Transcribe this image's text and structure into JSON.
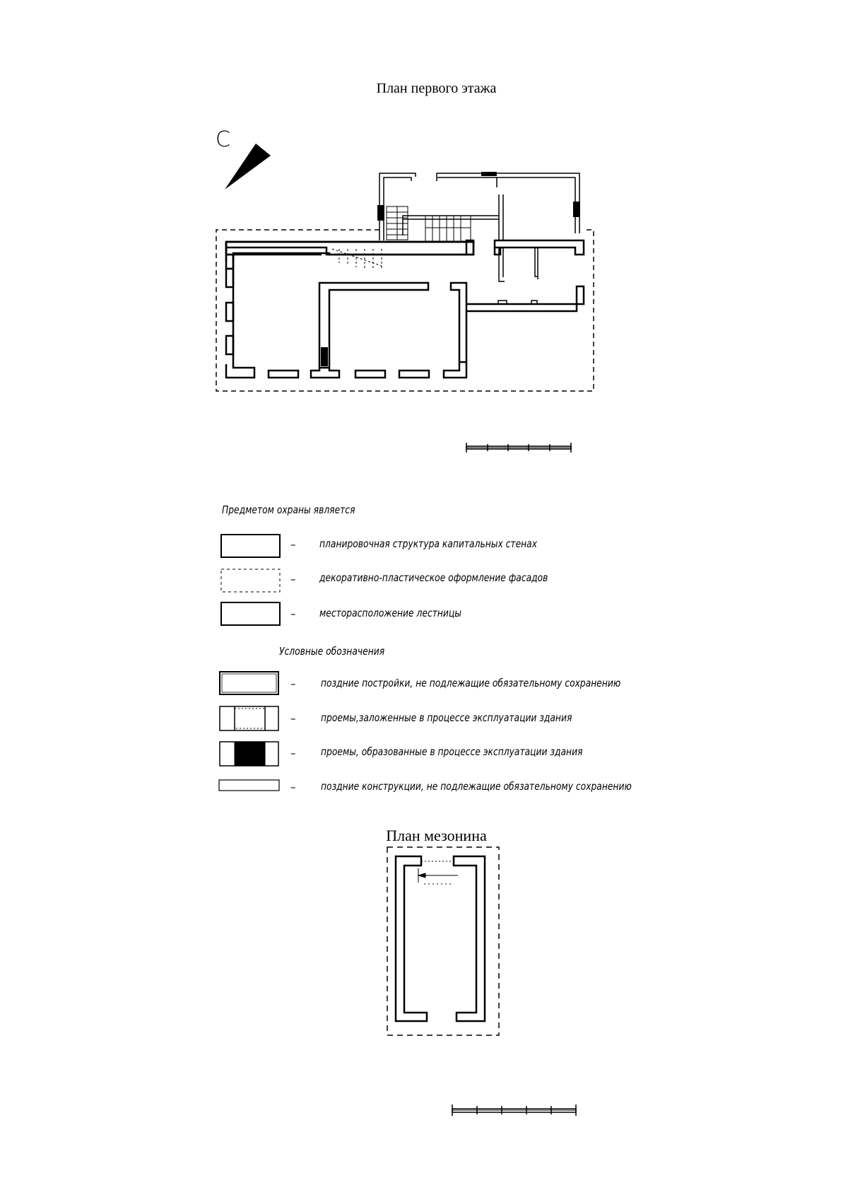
{
  "titles": {
    "first_floor": "План первого этажа",
    "mezzanine": "План мезонина"
  },
  "compass": {
    "label": "С"
  },
  "protection": {
    "heading": "Предметом охраны является",
    "items": [
      {
        "symbol": "solid-rect",
        "text": "планировочная структура капитальных стенах"
      },
      {
        "symbol": "dashed-rect",
        "text": "декоративно-пластическое оформление фасадов"
      },
      {
        "symbol": "solid-rect",
        "text": "месторасположение лестницы"
      }
    ]
  },
  "legend": {
    "heading": "Условные обозначения",
    "items": [
      {
        "symbol": "double-rect",
        "text": "поздние постройки, не подлежащие обязательному сохранению"
      },
      {
        "symbol": "opening-dotted",
        "text": "проемы,заложенные в процессе эксплуатации здания"
      },
      {
        "symbol": "opening-filled",
        "text": "проемы, образованные в процессе эксплуатации здания"
      },
      {
        "symbol": "thin-rect",
        "text": "поздние конструкции, не подлежащие обязательному сохранению"
      }
    ]
  },
  "dash_char": "–",
  "colors": {
    "ink": "#000000",
    "paper": "#ffffff"
  }
}
